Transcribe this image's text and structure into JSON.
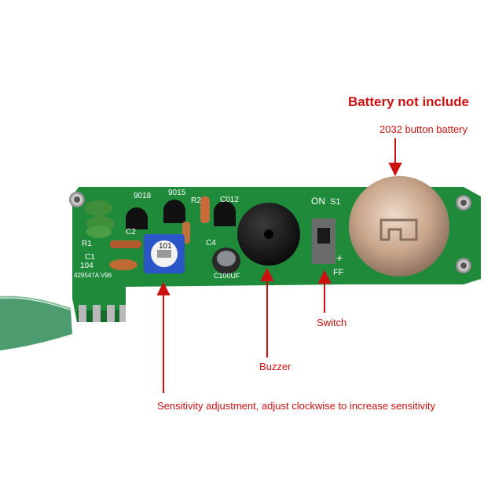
{
  "annotations": {
    "title": "Battery not include",
    "battery": "2032 button battery",
    "switch": "Switch",
    "buzzer": "Buzzer",
    "sensitivity": "Sensitivity adjustment, adjust clockwise to increase sensitivity"
  },
  "board_labels": {
    "q1": "9018",
    "q2": "9015",
    "q3": "C012",
    "r2": "R2",
    "r1": "R1",
    "c1": "C1",
    "c1_value": "104",
    "c2": "C2",
    "c4": "C4",
    "pot": "101",
    "on": "ON",
    "s1": "S1",
    "plus": "+",
    "off": "FF",
    "ecap": "C100UF",
    "serial": "429547A V96"
  },
  "colors": {
    "pcb": "#1f8a3a",
    "annotation": "#cc1111",
    "battery_holder": "#c7a58a"
  }
}
